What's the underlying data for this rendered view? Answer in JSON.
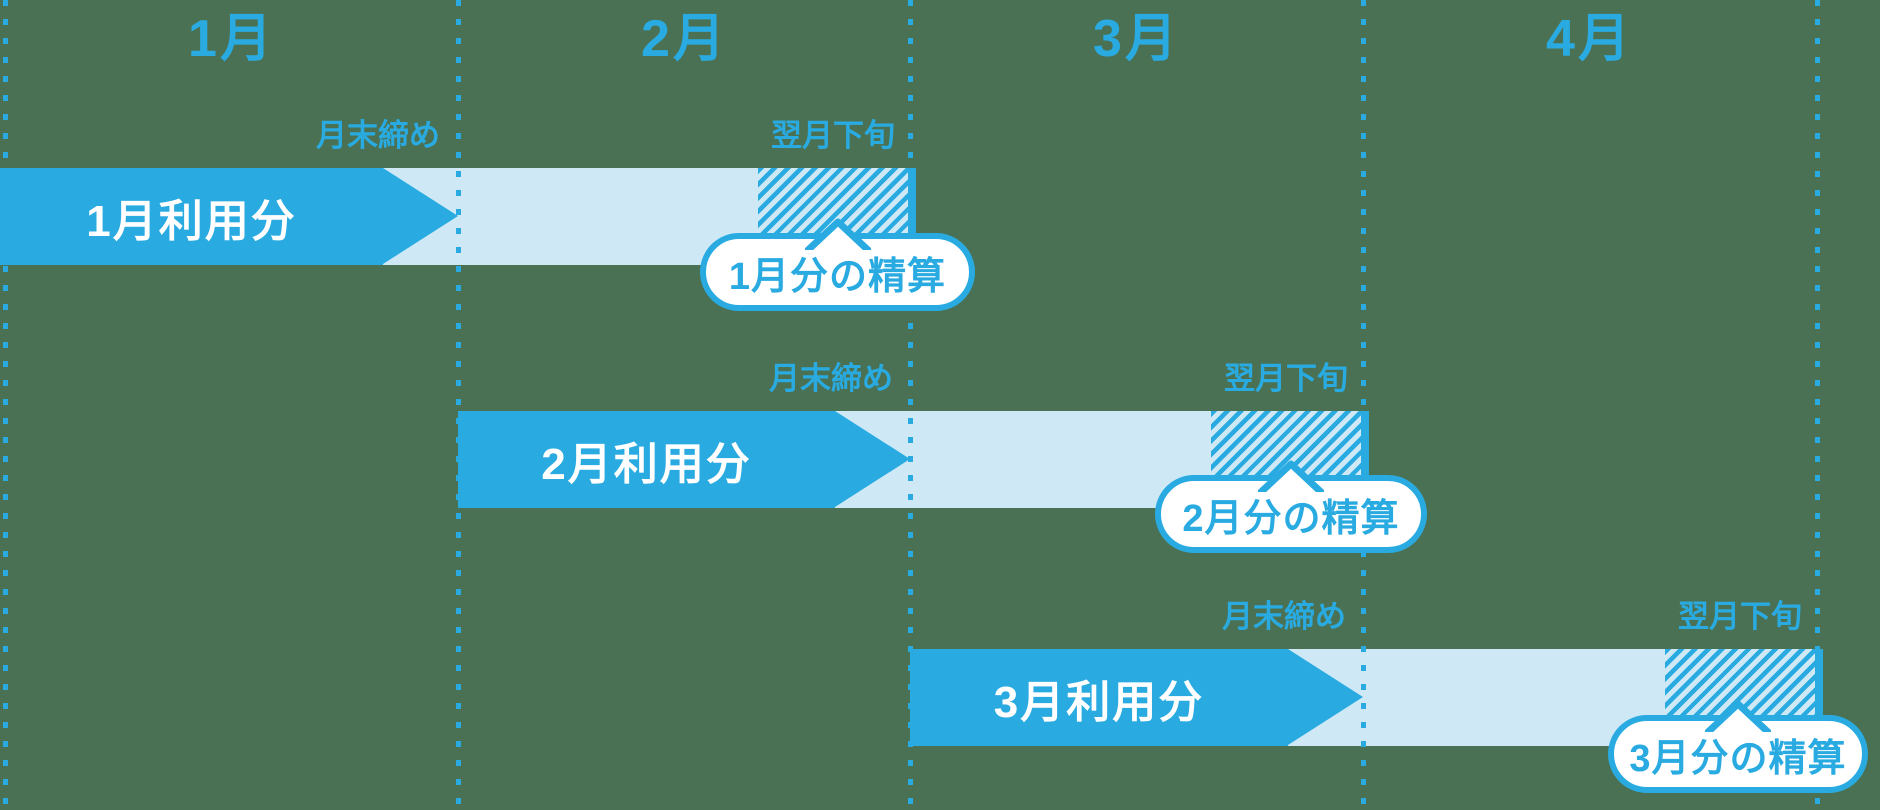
{
  "colors": {
    "background": "#4a7153",
    "accent_blue": "#29abe2",
    "bar_light_blue": "#cee9f5",
    "bar_text": "#ffffff",
    "bubble_fill": "#ffffff"
  },
  "month_headers": [
    "1月",
    "2月",
    "3月",
    "4月"
  ],
  "rows": [
    {
      "usage_label": "1月利用分",
      "closing_label": "月末締め",
      "settlement_timing_label": "翌月下旬",
      "settlement_bubble_label": "1月分の精算"
    },
    {
      "usage_label": "2月利用分",
      "closing_label": "月末締め",
      "settlement_timing_label": "翌月下旬",
      "settlement_bubble_label": "2月分の精算"
    },
    {
      "usage_label": "3月利用分",
      "closing_label": "月末締め",
      "settlement_timing_label": "翌月下旬",
      "settlement_bubble_label": "3月分の精算"
    }
  ]
}
